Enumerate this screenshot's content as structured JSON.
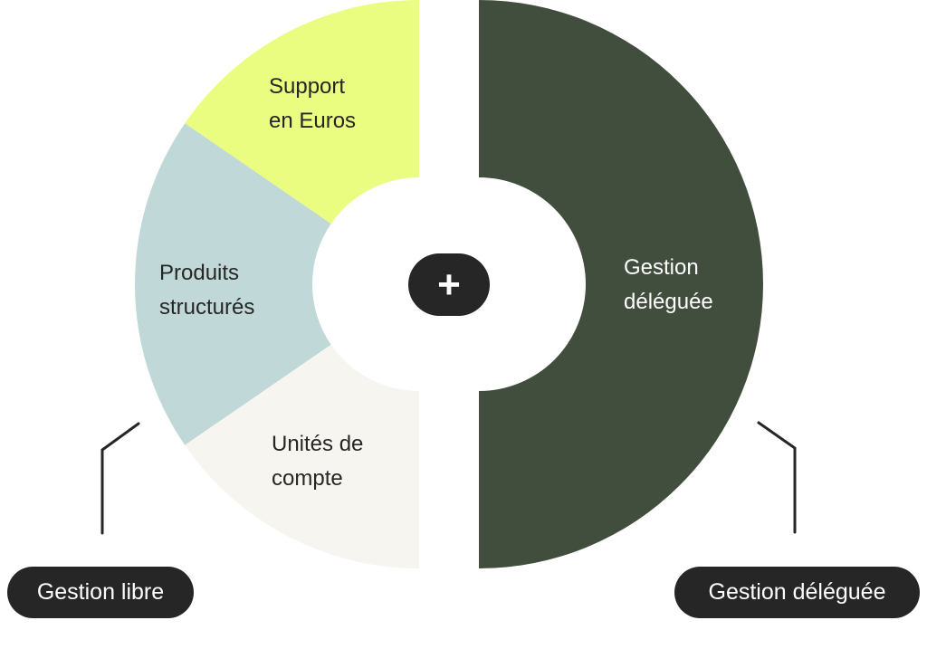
{
  "segments": {
    "support_euros": {
      "line1": "Support",
      "line2": "en Euros",
      "color": "#ebfd80"
    },
    "produits_structures": {
      "line1": "Produits",
      "line2": "structurés",
      "color": "#c0d9d8"
    },
    "unites_compte": {
      "line1": "Unités de",
      "line2": "compte",
      "color": "#f6f5f0"
    },
    "gestion_deleguee": {
      "line1": "Gestion",
      "line2": "déléguée",
      "color": "#414d3d"
    }
  },
  "center": {
    "symbol": "+"
  },
  "badges": {
    "left": "Gestion libre",
    "right": "Gestion déléguée"
  }
}
